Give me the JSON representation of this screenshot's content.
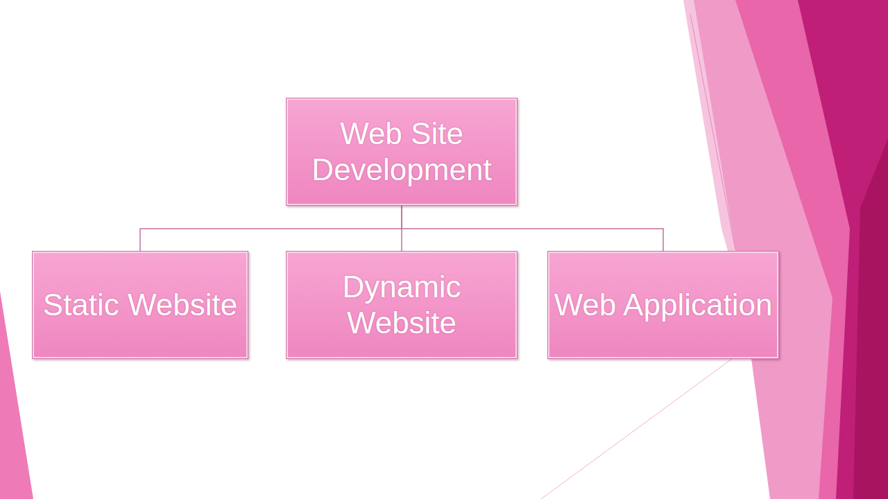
{
  "diagram": {
    "nodes": [
      {
        "text": [
          "Web Site Development"
        ]
      },
      {
        "text": [
          "Static Website"
        ]
      },
      {
        "text": [
          "Dynamic Website"
        ]
      },
      {
        "text": [
          "Web Application"
        ]
      }
    ],
    "edges": [
      {
        "from": 0,
        "to": 1,
        "arrow": "none"
      },
      {
        "from": 0,
        "to": 2,
        "arrow": "none"
      },
      {
        "from": 0,
        "to": 3,
        "arrow": "none"
      }
    ]
  }
}
